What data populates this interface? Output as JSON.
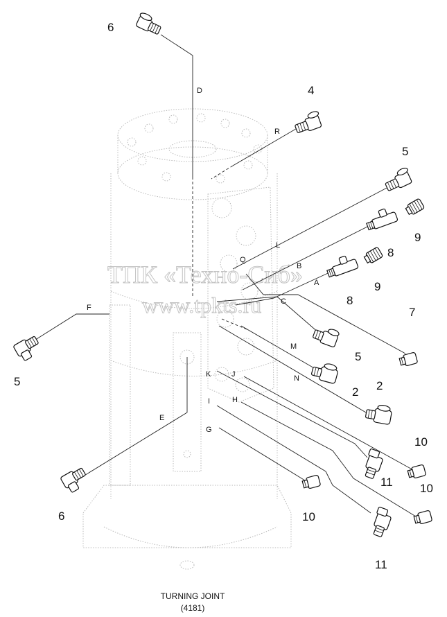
{
  "caption": {
    "title": "TURNING JOINT",
    "code": "(4181)"
  },
  "watermark": {
    "line1": "ТПК «Техно-Сиб»",
    "line2": "www.tpkts.ru"
  },
  "part_numbers": [
    "6",
    "4",
    "5",
    "9",
    "8",
    "8",
    "9",
    "7",
    "5",
    "5",
    "2",
    "2",
    "10",
    "11",
    "10",
    "6",
    "10",
    "11"
  ],
  "line_letters": [
    "D",
    "R",
    "L",
    "Q",
    "B",
    "A",
    "F",
    "C",
    "M",
    "N",
    "K",
    "J",
    "I",
    "H",
    "E",
    "G"
  ]
}
